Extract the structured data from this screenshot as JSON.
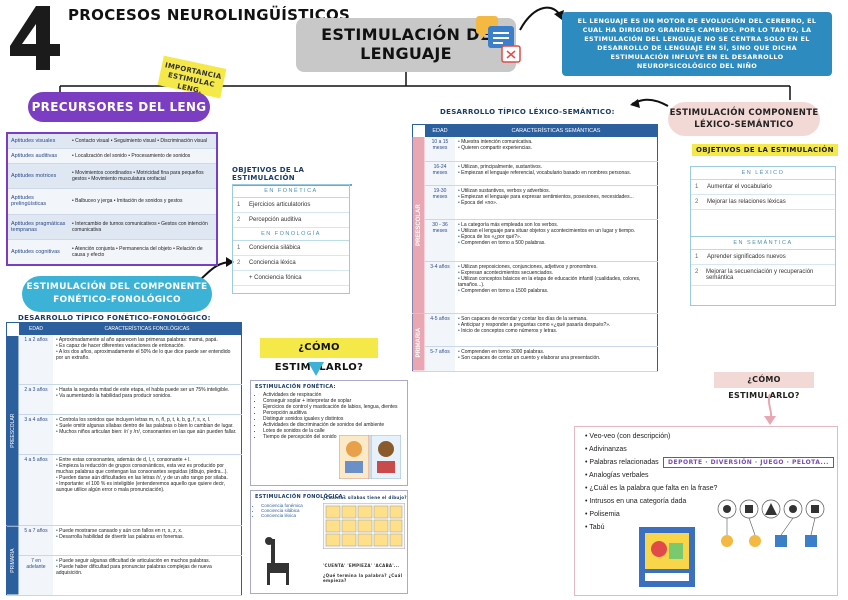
{
  "header": {
    "number": "4",
    "title": "PROCESOS NEUROLINGÜÍSTICOS",
    "center_title_line1": "ESTIMULACIÓN DE",
    "center_title_line2": "LENGUAJE"
  },
  "blue_note": "EL LENGUAJE ES UN MOTOR DE EVOLUCIÓN DEL CEREBRO, EL CUAL HA DIRIGIDO GRANDES CAMBIOS. POR LO TANTO, LA ESTIMULACIÓN DEL LENGUAJE NO SE CENTRA SOLO EN EL DESARROLLO DE LENGUAJE EN SÍ, SINO QUE DICHA ESTIMULACIÓN INFLUYE EN EL DESARROLLO NEUROPSICOLÓGICO DEL NIÑO",
  "importancia": "IMPORTANCIA ESTIMULAC LENG.",
  "precursores": {
    "title": "PRECURSORES DEL LENG",
    "rows": [
      {
        "label": "Aptitudes visuales",
        "text": "• Contacto visual • Seguimiento visual • Discriminación visual"
      },
      {
        "label": "Aptitudes auditivas",
        "text": "• Localización del sonido • Procesamiento de sonidos"
      },
      {
        "label": "Aptitudes motrices",
        "text": "• Movimientos coordinados • Motricidad fina para pequeños gestos • Movimiento musculatura orofacial"
      },
      {
        "label": "Aptitudes prelingüísticas",
        "text": "• Balbuceo y jerga • Imitación de sonidos y gestos"
      },
      {
        "label": "Aptitudes pragmáticas tempranas",
        "text": "• Intercambio de turnos comunicativos • Gestos con intención comunicativa"
      },
      {
        "label": "Aptitudes cognitivas",
        "text": "• Atención conjunta • Permanencia del objeto • Relación de causa y efecto"
      }
    ]
  },
  "obj_left": {
    "title": "OBJETIVOS DE LA ESTIMULACIÓN",
    "fonetica_head": "EN FONÉTICA",
    "fonetica": [
      {
        "n": "1",
        "text": "Ejercicios articulatorios"
      },
      {
        "n": "2",
        "text": "Percepción auditiva"
      }
    ],
    "fonologia_head": "EN FONOLOGÍA",
    "fonologia": [
      {
        "n": "1",
        "text": "Conciencia silábica"
      },
      {
        "n": "2",
        "text": "Conciencia léxica"
      },
      {
        "n": "",
        "text": "+ Conciencia fónica"
      }
    ]
  },
  "fonet_pill": "ESTIMULACIÓN DEL COMPONENTE FONÉTICO-FONOLÓGICO",
  "dtf": {
    "title": "DESARROLLO TÍPICO FONÉTICO-FONOLÓGICO:",
    "head_age": "EDAD",
    "head_char": "CARACTERÍSTICAS FONOLÓGICAS",
    "side_pre": "PREESCOLAR",
    "side_pri": "PRIMARIA",
    "rows": [
      {
        "age": "1 a 2 años",
        "items": [
          "Aproximadamente al año aparecen las primeras palabras: mamá, papá.",
          "Es capaz de hacer diferentes variaciones de entonación.",
          "A los dos años, aproximadamente el 50% de lo que dice puede ser entendido por un extraño."
        ]
      },
      {
        "age": "2 a 3 años",
        "items": [
          "Hasta la segunda mitad de este etapa, el habla puede ser un 75% inteligible.",
          "Va aumentando la habilidad para producir sonidos."
        ]
      },
      {
        "age": "3 a 4 años",
        "items": [
          "Controla los sonidos que incluyen letras m, n, ñ, p, t, k, b, g, f, s, x, l.",
          "Suele omitir algunas sílabas dentro de las palabras o bien lo cambian de lugar.",
          "Muchos niños articulan bien: /r/ y /rr/, consonantes en las que aún pueden fallar."
        ]
      },
      {
        "age": "4 a 5 años",
        "items": [
          "Entre estas consonantes, además de d, l, r, consonante + l.",
          "Empieza la reducción de grupos consonánticos, esta vez es producido por muchas palabras que contengan las consonantes seguidas (dibujo, piedra...).",
          "Pueden darse aún dificultades en las letras /r/, y de un alto rango por silaba.",
          "Importante: el 100 % es inteligible (entenderemos aquello que quiere decir, aunque utilice algún error o mala pronunciación)."
        ]
      },
      {
        "age": "5 a 7 años",
        "items": [
          "Puede mostrarse cansado y aún con fallos en rr, s, z, x.",
          "Desarrolla habilidad de divertir las palabras en fonemas."
        ]
      },
      {
        "age": "7 en adelante",
        "items": [
          "Puede seguir algunas dificultad de articulación en muchos palabras.",
          "Puede haber dificultad para pronunciar palabras complejas de nueva adquisición."
        ]
      }
    ]
  },
  "como_left": "¿CÓMO ESTIMULARLO?",
  "estim_left": {
    "title": "ESTIMULACIÓN FONÉTICA:",
    "items": [
      "Actividades de respiración",
      "Conseguir soplar + interpretar de soplar",
      "Ejercicios de control y masticación de labios, lengua, dientes",
      "Percepción auditiva",
      "Distinguir sonidos iguales y distintos",
      "Actividades de discriminación de sonidos del ambiente",
      "Lotes de sonidos de la calle",
      "Tiempo de percepción del sonido"
    ]
  },
  "fonol": {
    "title": "ESTIMULACIÓN FONOLÓGICA:",
    "items": [
      "Conciencia fonémica",
      "Conciencia silábica",
      "Conciencia léxica"
    ],
    "caption1": "¿Cuántas sílabas tiene el dibujo?",
    "caption2": "'CUENTA' 'EMPIEZA' 'ACABA'...",
    "caption3": "¿Qué termina la palabra? ¿Cuál empieza?"
  },
  "dls": {
    "title": "DESARROLLO TÍPICO LÉXICO-SEMÁNTICO:",
    "head_age": "EDAD",
    "head_char": "CARACTERÍSTICAS SEMÁNTICAS",
    "side_pre": "PREESCOLAR",
    "side_pri": "PRIMARIA",
    "rows": [
      {
        "age": "10 a 15 meses",
        "items": [
          "Muestra intención comunicativa.",
          "Quieren compartir experiencias."
        ]
      },
      {
        "age": "16-24 meses",
        "items": [
          "Utilizan, principalmente, sustantivos.",
          "Empiezan el lenguaje referencial, vocabulario basado en nombres personas."
        ]
      },
      {
        "age": "19-30 meses",
        "items": [
          "Utilizan sustantivos, verbos y adverbios.",
          "Empiezan el lenguaje para expresar sentimientos, posesiones, necesidades...",
          "Época del «no»."
        ]
      },
      {
        "age": "30 - 36 meses",
        "items": [
          "La categoría más empleada son los verbos.",
          "Utilizan el lenguaje para situar objetos y acontecimientos en un lugar y tiempo.",
          "Época de los «¿por qué?».",
          "Comprenden en torno a 500 palabras."
        ]
      },
      {
        "age": "3-4 años",
        "items": [
          "Utilizan preposiciones, conjunciones, adjetivos y pronombres.",
          "Expresan acontecimientos secuenciados.",
          "Utilizan conceptos básicos en la etapa de educación infantil (cualidades, colores, tamaños...).",
          "Comprenden en torno a 1500 palabras."
        ]
      },
      {
        "age": "4-5 años",
        "items": [
          "Son capaces de recordar y contar los días de la semana.",
          "Anticipar y responder a preguntas como «¿qué pasaría después?».",
          "Inicio de conceptos como números y letras."
        ]
      },
      {
        "age": "5-7 años",
        "items": [
          "Comprenden en torno 3000 palabras.",
          "Son capaces de contar un cuento y elaborar una presentación."
        ]
      }
    ]
  },
  "lex": {
    "pill": "ESTIMULACIÓN COMPONENTE LÉXICO-SEMÁNTICO",
    "obj_title": "OBJETIVOS DE LA ESTIMULACIÓN",
    "lexico_head": "EN LÉXICO",
    "lexico": [
      {
        "n": "1",
        "text": "Aumentar el vocabulario"
      },
      {
        "n": "2",
        "text": "Mejorar las relaciones léxicas"
      }
    ],
    "semantica_head": "EN SEMÁNTICA",
    "semantica": [
      {
        "n": "1",
        "text": "Aprender significados nuevos"
      },
      {
        "n": "2",
        "text": "Mejorar la secuenciación y recuperación semántica"
      }
    ]
  },
  "como_right": "¿CÓMO ESTIMULARLO?",
  "right_list": {
    "items": [
      "Veo-veo (con descripción)",
      "Adivinanzas",
      "Palabras relacionadas",
      "Analogías verbales",
      "¿Cuál es la palabra que falta en la frase?",
      "Intrusos en una categoría dada",
      "Polisemia",
      "Tabú"
    ],
    "riddle": "DEPORTE · DIVERSIÓN · JUEGO · PELOTA..."
  }
}
